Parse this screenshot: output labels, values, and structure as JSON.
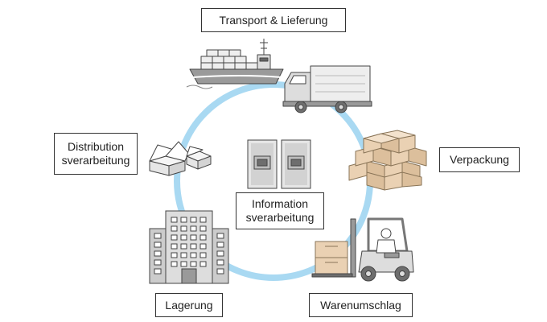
{
  "diagram": {
    "labels": {
      "transport": "Transport & Lieferung",
      "verpackung": "Verpackung",
      "distribution": "Distribution\nsverarbeitung",
      "information": "Information\nsverarbeitung",
      "lagerung": "Lagerung",
      "warenumschlag": "Warenumschlag"
    },
    "colors": {
      "cycle": "#a9d9f2",
      "box": "#ead1b3",
      "box_edge": "#8a7558",
      "machine": "#9a9a9a",
      "machine_dark": "#6e6e6e",
      "outline": "#444444"
    },
    "icons": [
      "ship-icon",
      "truck-icon",
      "boxes-stack-icon",
      "forklift-icon",
      "warehouse-building-icon",
      "open-boxes-icon",
      "server-cabinet-icon"
    ]
  }
}
